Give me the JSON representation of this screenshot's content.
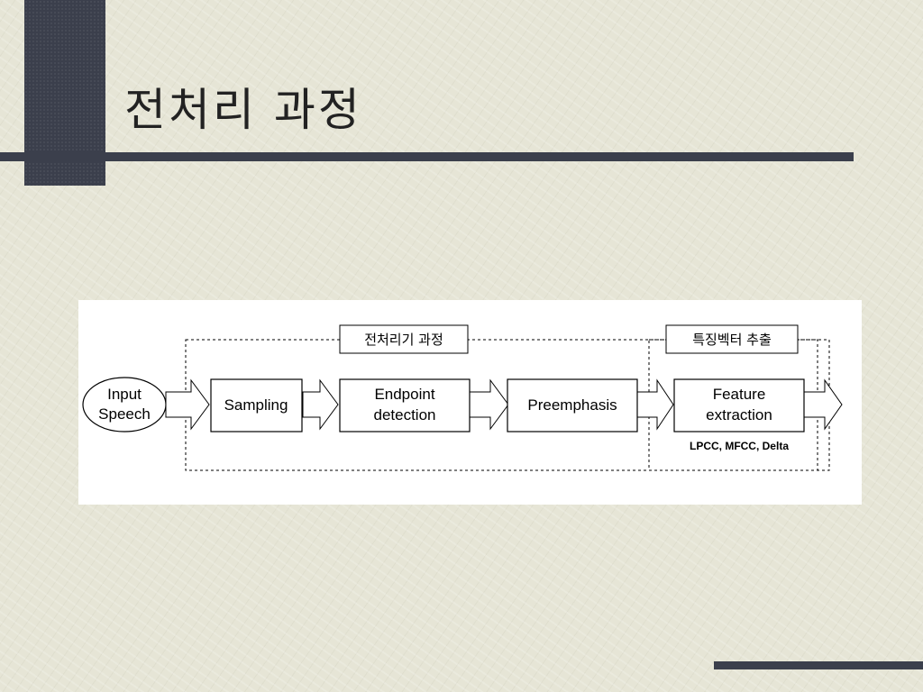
{
  "slide": {
    "title": "전처리 과정"
  },
  "diagram": {
    "input_node": [
      "Input",
      "Speech"
    ],
    "stages": [
      {
        "lines": [
          "Sampling"
        ]
      },
      {
        "lines": [
          "Endpoint",
          "detection"
        ]
      },
      {
        "lines": [
          "Preemphasis"
        ]
      },
      {
        "lines": [
          "Feature",
          "extraction"
        ]
      }
    ],
    "group_preprocessing_label": "전처리기 과정",
    "group_feature_label": "특징벡터 추출",
    "feature_methods": "LPCC, MFCC, Delta"
  }
}
